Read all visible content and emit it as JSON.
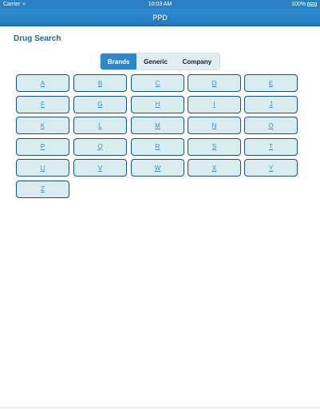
{
  "status_bar": {
    "carrier": "Carrier",
    "wifi_icon": "wifi-icon",
    "time": "10:03 AM",
    "battery": "100%"
  },
  "nav_bar": {
    "title": "PPD"
  },
  "page": {
    "title": "Drug Search"
  },
  "segmented_control": {
    "segments": [
      "Brands",
      "Generic",
      "Company"
    ],
    "selected": "Brands"
  },
  "letters": [
    "A",
    "B",
    "C",
    "D",
    "E",
    "F",
    "G",
    "H",
    "I",
    "J",
    "K",
    "L",
    "M",
    "N",
    "O",
    "P",
    "Q",
    "R",
    "S",
    "T",
    "U",
    "V",
    "W",
    "X",
    "Y",
    "Z"
  ]
}
